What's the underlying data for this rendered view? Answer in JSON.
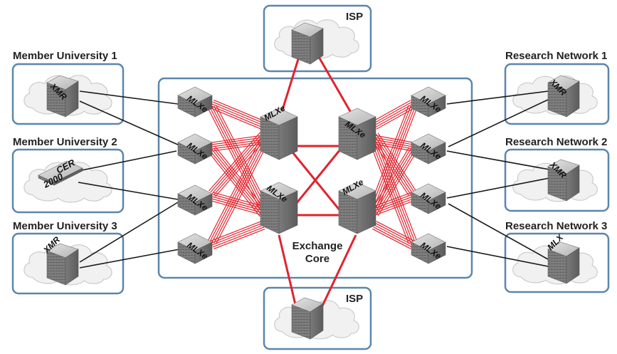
{
  "labels": {
    "member_university_1": "Member University 1",
    "member_university_2": "Member University 2",
    "member_university_3": "Member University 3",
    "research_network_1": "Research Network 1",
    "research_network_2": "Research Network 2",
    "research_network_3": "Research Network 3",
    "isp_top": "ISP",
    "isp_bottom": "ISP",
    "core_line1": "Exchange",
    "core_line2": "Core"
  },
  "devices": {
    "mlxe": "MLXe",
    "xmr": "XMR",
    "mlx": "MLX",
    "cer_line1": "CER",
    "cer_line2": "2000"
  },
  "colors": {
    "frame_blue": "#5b86ad",
    "link_red": "#e0242e",
    "link_black": "#1a1a1a",
    "device_gray": "#9a9a9a"
  }
}
